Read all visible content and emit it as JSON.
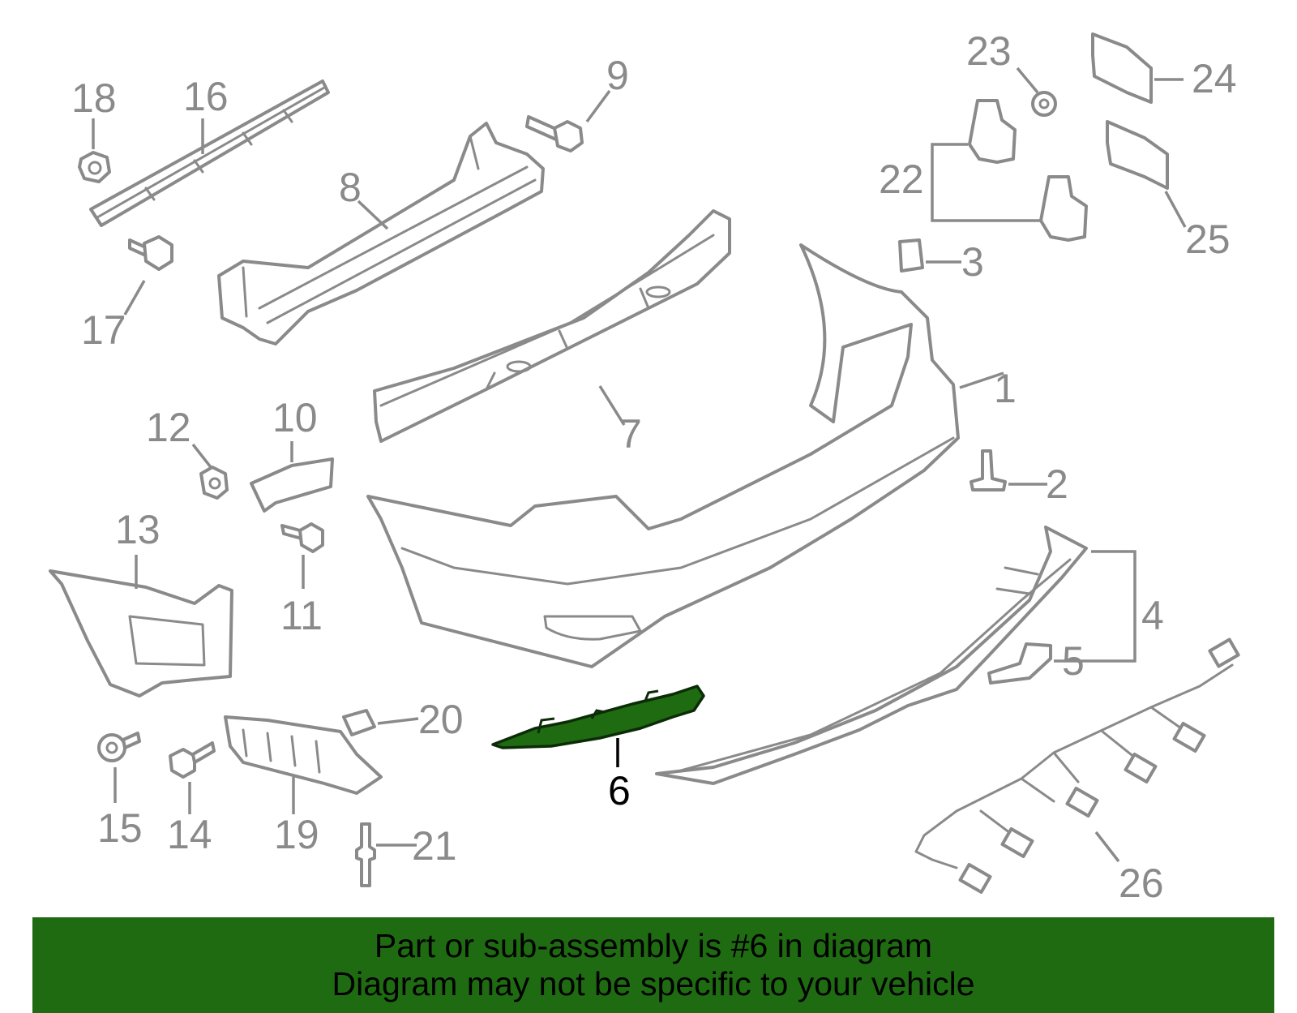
{
  "colors": {
    "highlight": "#1f6b12",
    "line_gray": "#8a8a8a",
    "footer_text": "#000000"
  },
  "highlighted_part": "6",
  "callouts": {
    "c1": "1",
    "c2": "2",
    "c3": "3",
    "c4": "4",
    "c5": "5",
    "c6": "6",
    "c7": "7",
    "c8": "8",
    "c9": "9",
    "c10": "10",
    "c11": "11",
    "c12": "12",
    "c13": "13",
    "c14": "14",
    "c15": "15",
    "c16": "16",
    "c17": "17",
    "c18": "18",
    "c19": "19",
    "c20": "20",
    "c21": "21",
    "c22": "22",
    "c23": "23",
    "c24": "24",
    "c25": "25",
    "c26": "26"
  },
  "footer": {
    "line1": "Part or sub-assembly is #6 in diagram",
    "line2": "Diagram may not be specific to your vehicle"
  }
}
